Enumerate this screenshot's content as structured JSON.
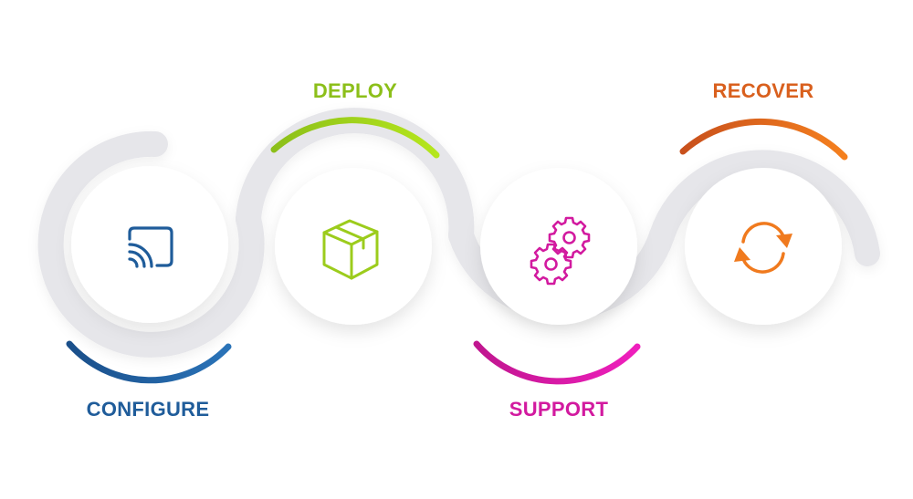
{
  "steps": [
    {
      "label": "CONFIGURE",
      "color": "#1f5c9a",
      "icon": "cast-icon"
    },
    {
      "label": "DEPLOY",
      "color": "#8cbf1a",
      "icon": "box-icon"
    },
    {
      "label": "SUPPORT",
      "color": "#d21a9f",
      "icon": "gears-icon"
    },
    {
      "label": "RECOVER",
      "color": "#f07a1e",
      "icon": "refresh-icon"
    }
  ],
  "colors": {
    "track": "#e6e6ea",
    "circle": "#ffffff",
    "configure_dark": "#1a4f8a",
    "configure_light": "#2a73b8",
    "deploy_dark": "#8cbf1a",
    "deploy_light": "#b5e61d",
    "support_dark": "#c0168f",
    "support_light": "#ef1fbd",
    "recover_dark": "#c8501c",
    "recover_light": "#f5801e"
  }
}
